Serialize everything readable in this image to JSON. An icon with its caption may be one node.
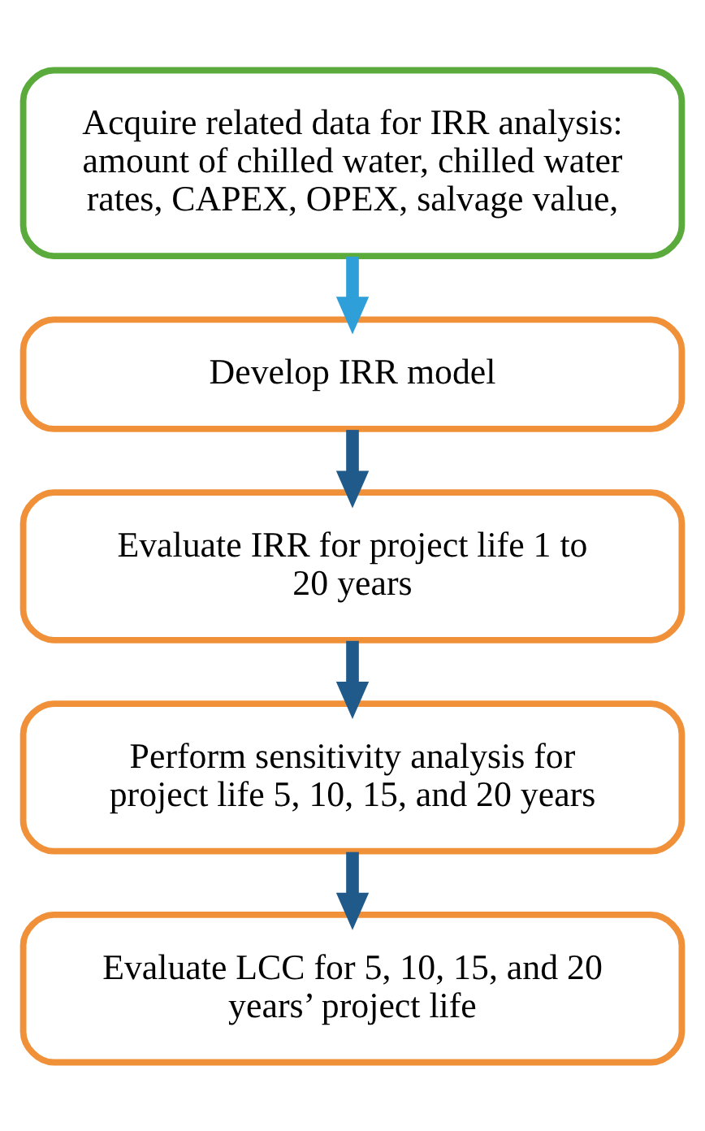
{
  "diagram": {
    "nodes": [
      {
        "text": [
          "Acquire related data for IRR analysis: amount of chilled water, chilled water rates, CAPEX, OPEX, salvage value,"
        ]
      },
      {
        "text": [
          "Develop IRR model"
        ]
      },
      {
        "text": [
          "Evaluate IRR for project life 1 to 20 years"
        ]
      },
      {
        "text": [
          "Perform sensitivity analysis for project life 5, 10, 15, and 20 years"
        ]
      },
      {
        "text": [
          "Evaluate LCC for 5, 10, 15, and 20 years’ project life"
        ]
      }
    ],
    "edges": [
      {
        "from": 0,
        "to": 1,
        "arrow": "to",
        "color": "#2e9fd8"
      },
      {
        "from": 1,
        "to": 2,
        "arrow": "to"
      },
      {
        "from": 2,
        "to": 3,
        "arrow": "to"
      },
      {
        "from": 3,
        "to": 4,
        "arrow": "to"
      }
    ]
  }
}
